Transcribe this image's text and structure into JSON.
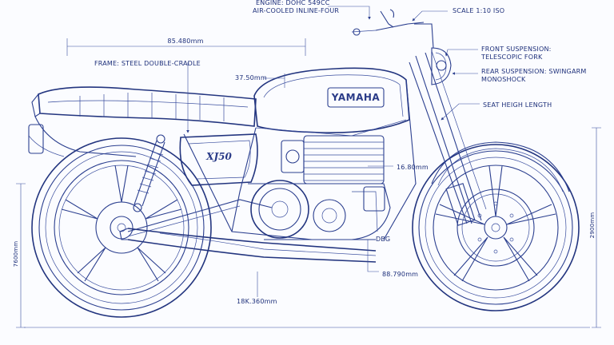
{
  "drawing": {
    "brand": "YAMAHA",
    "model": "XJ50",
    "callouts": {
      "engine_line1": "ENGINE: DOHC 549CC",
      "engine_line2": "AIR-COOLED INLINE-FOUR",
      "scale": "SCALE 1:10 ISO",
      "frame": "FRAME: STEEL DOUBLE-CRADLE",
      "front_suspension_line1": "FRONT SUSPENSION:",
      "front_suspension_line2": "TELESCOPIC FORK",
      "rear_suspension_line1": "REAR SUSPENSION: SWINGARM",
      "rear_suspension_line2": "MONOSHOCK",
      "seat_height": "SEAT HEIGH LENGTH"
    },
    "dimensions": {
      "overall_top": "85.480mm",
      "tank": "37.50mm",
      "engine_detail": "16.80mm",
      "dbg": "DBG",
      "wheelbase_lower": "88.790mm",
      "bottom": "18K.360mm",
      "left_height": "7600mm",
      "right_height": "2900mm"
    }
  }
}
